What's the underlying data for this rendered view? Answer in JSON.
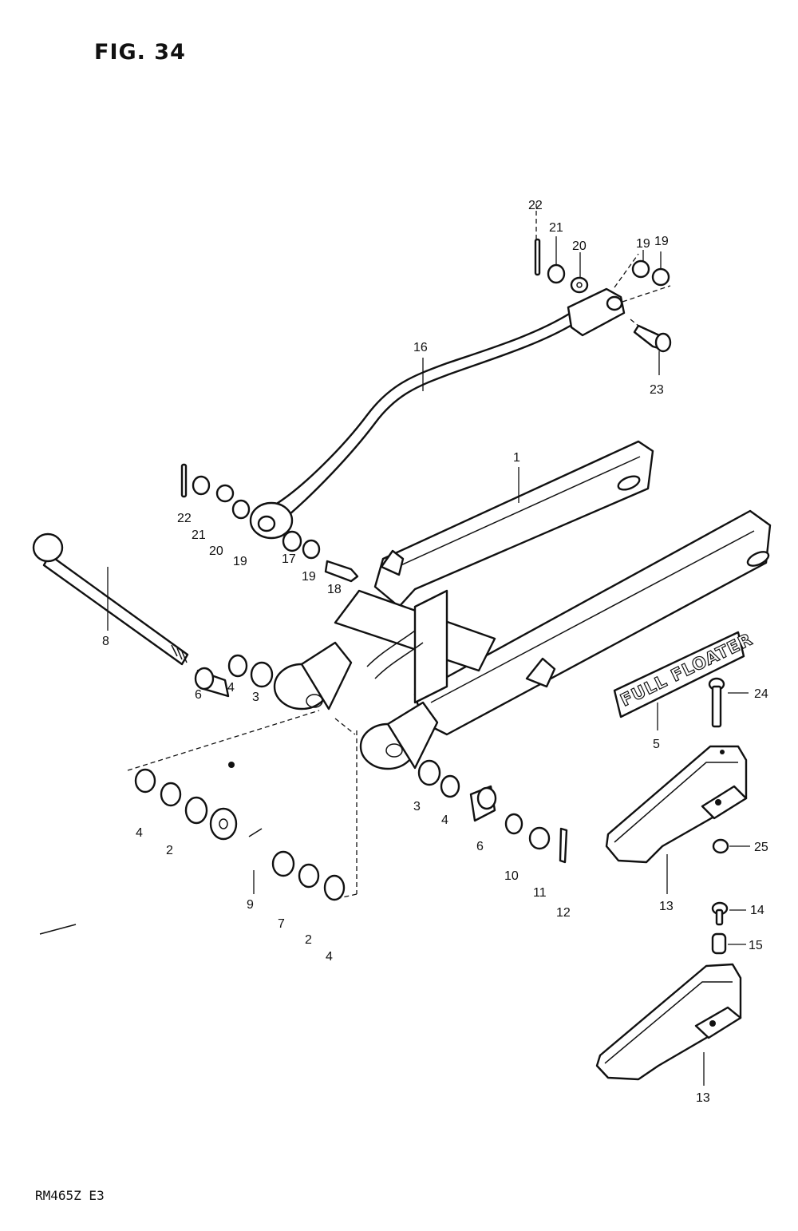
{
  "figure": {
    "title": "FIG. 34",
    "model_code": "RM465Z E3",
    "decal_text": "FULL FLOATER"
  },
  "callouts": [
    "1",
    "2",
    "3",
    "4",
    "5",
    "6",
    "7",
    "8",
    "9",
    "10",
    "11",
    "12",
    "13",
    "14",
    "15",
    "16",
    "17",
    "18",
    "19",
    "20",
    "21",
    "22",
    "23",
    "24",
    "25"
  ]
}
